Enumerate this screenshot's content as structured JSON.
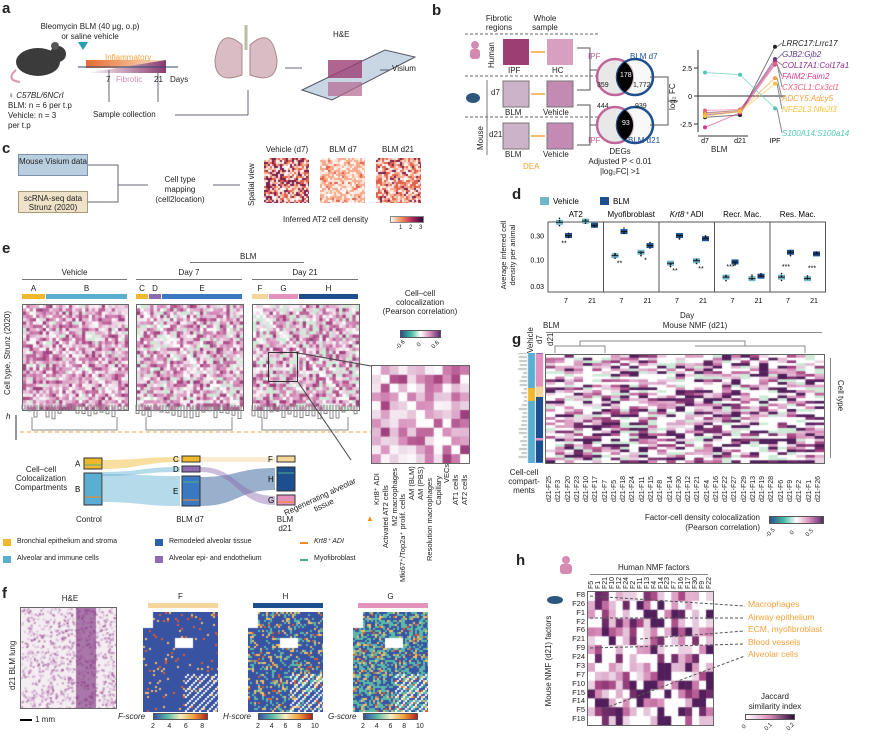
{
  "panel_labels": {
    "a": "a",
    "b": "b",
    "c": "c",
    "d": "d",
    "e": "e",
    "f": "f",
    "g": "g",
    "h": "h"
  },
  "a": {
    "treatment_line1": "Bleomycin BLM (40 μg, o.p)",
    "treatment_line2": "or saline vehicle",
    "inflammatory": "Inflammatory",
    "fibrotic": "Fibrotic",
    "day7": "7",
    "day21": "21",
    "days": "Days",
    "strain": "♀ C57BL/6NCrl",
    "blm_n": "BLM: n = 6 per t.p",
    "vehicle_n": "Vehicle: n = 3",
    "vehicle_n2": "per t.p",
    "sample_collection": "Sample collection",
    "he": "H&E",
    "visium": "Visium"
  },
  "b": {
    "col_fibrotic": "Fibrotic regions",
    "col_whole": "Whole sample",
    "row_human": "Human",
    "row_mouse": "Mouse",
    "row_d7": "d7",
    "row_d21": "d21",
    "ipf": "IPF",
    "hc": "HC",
    "blm": "BLM",
    "vehicle": "Vehicle",
    "dea": "DEA",
    "venn1": {
      "left": "IPF",
      "right": "BLM d7",
      "only_left": "359",
      "overlap": "178",
      "only_right": "1,772"
    },
    "venn2": {
      "left": "IPF",
      "right": "BLM d21",
      "only_left": "444",
      "overlap": "93",
      "only_right": "939"
    },
    "degs": "DEGs",
    "degs_p": "Adjusted P < 0.01",
    "degs_fc": "|log₂FC| >1"
  },
  "chart_data": [
    {
      "type": "line",
      "panel": "b",
      "ylabel": "log₂ FC",
      "x": [
        "d7",
        "d21",
        "IPF"
      ],
      "xgroup": "BLM",
      "yticks": [
        -2.5,
        0,
        2.5
      ],
      "ylim": [
        -3.2,
        4.8
      ],
      "series": [
        {
          "name": "LRRC17:Lrrc17",
          "color": "#222222",
          "values": [
            -1.9,
            -1.7,
            4.4
          ]
        },
        {
          "name": "GJB2:Gjb2",
          "color": "#5b3a8c",
          "values": [
            -1.5,
            -1.3,
            3.3
          ]
        },
        {
          "name": "COL17A1:Col17a1",
          "color": "#8b2a8b",
          "values": [
            -1.7,
            -1.4,
            3.1
          ]
        },
        {
          "name": "FAIM2:Faim2",
          "color": "#d63a8e",
          "values": [
            -2.8,
            -1.5,
            2.8
          ]
        },
        {
          "name": "CX3CL1:Cx3cl1",
          "color": "#f0607a",
          "values": [
            -1.3,
            -1.2,
            2.9
          ]
        },
        {
          "name": "ADCY5:Adcy5",
          "color": "#f7a03c",
          "values": [
            -1.6,
            -1.3,
            1.6
          ]
        },
        {
          "name": "NFE2L3:Nfe2l3",
          "color": "#f5c242",
          "values": [
            -1.8,
            -1.4,
            1.1
          ]
        },
        {
          "name": "S100A14:S100a14",
          "color": "#4ec9b8",
          "values": [
            2.1,
            1.9,
            -1.1
          ]
        }
      ]
    },
    {
      "type": "box",
      "panel": "d",
      "ylabel": "Average inferred cell density per animal",
      "xlabel": "Day",
      "yscale": "log",
      "ylim": [
        0.025,
        0.7
      ],
      "yticks": [
        "0.03",
        "0.10",
        "0.30"
      ],
      "yticks_values": [
        0.03,
        0.1,
        0.3
      ],
      "legend": [
        {
          "name": "Vehicle",
          "color": "#6fb7c9"
        },
        {
          "name": "BLM",
          "color": "#1d4f8f"
        }
      ],
      "days": [
        "7",
        "21"
      ],
      "facets": [
        {
          "title": "AT2",
          "italic": "",
          "medians": {
            "vehicle": [
              0.55,
              0.58
            ],
            "blm": [
              0.3,
              0.48
            ]
          },
          "sig": [
            "**",
            ""
          ]
        },
        {
          "title": "Myofibroblast",
          "italic": "",
          "medians": {
            "vehicle": [
              0.12,
              0.14
            ],
            "blm": [
              0.36,
              0.19
            ]
          },
          "sig": [
            "**",
            "*"
          ]
        },
        {
          "title": " ADI",
          "italic": "Krt8⁺",
          "medians": {
            "vehicle": [
              0.085,
              0.095
            ],
            "blm": [
              0.3,
              0.26
            ]
          },
          "sig": [
            "**",
            "**"
          ]
        },
        {
          "title": "Recr. Mac.",
          "italic": "",
          "medians": {
            "vehicle": [
              0.045,
              0.042
            ],
            "blm": [
              0.09,
              0.047
            ]
          },
          "sig": [
            "***",
            ""
          ]
        },
        {
          "title": "Res. Mac.",
          "italic": "",
          "medians": {
            "vehicle": [
              0.045,
              0.042
            ],
            "blm": [
              0.14,
              0.13
            ]
          },
          "sig": [
            "***",
            "***"
          ]
        }
      ]
    }
  ],
  "c": {
    "visium": "Mouse Visium data",
    "scrna": "scRNA-seq data Strunz (2020)",
    "mapping1": "Cell type",
    "mapping2": "mapping",
    "mapping3": "(cell2location)",
    "spatial_view": "Spatial view",
    "maps": [
      "Vehicle (d7)",
      "BLM d7",
      "BLM d21"
    ],
    "density_label": "Inferred AT2 cell density",
    "ticks": [
      "1",
      "2",
      "3"
    ]
  },
  "e": {
    "blm": "BLM",
    "vehicle": "Vehicle",
    "day7": "Day 7",
    "day21": "Day 21",
    "ylabel": "Cell type, Strunz (2020)",
    "h": "h",
    "clusters": [
      {
        "id": "A",
        "color": "#f0b92d"
      },
      {
        "id": "B",
        "color": "#5aaed1"
      },
      {
        "id": "C",
        "color": "#f0b92d"
      },
      {
        "id": "D",
        "color": "#8c6bb1"
      },
      {
        "id": "E",
        "color": "#3a78c2"
      },
      {
        "id": "F",
        "color": "#f6d59a"
      },
      {
        "id": "G",
        "color": "#e391bd"
      },
      {
        "id": "H",
        "color": "#1d4f8f"
      }
    ],
    "colorbar_title": "Cell–cell colocalization (Pearson correlation)",
    "colorbar_ticks": [
      "-0.6",
      "0",
      "0.6"
    ],
    "compartments_label": "Cell–cell Colocalization Compartments",
    "control": "Control",
    "blm_d7": "BLM d7",
    "blm_d21": "BLM d21",
    "regenerating": "Regenerating alveolar tissue",
    "zoom_cells": [
      "Krt8⁺ ADI",
      "Activated AT2 cells",
      "M2 macrophages",
      "Mki67⁺/Top2a⁺ prolif. cells",
      "AM (BLM)",
      "AM (PBS)",
      "Resolution macrophages",
      "Capillary",
      "VECs",
      "AT1 cells",
      "AT2 cells"
    ],
    "legend": [
      {
        "label": "Bronchial epithelium and stroma",
        "color": "#f0b92d"
      },
      {
        "label": "Alveolar and immune cells",
        "color": "#5aaed1"
      },
      {
        "label": "Remodeled alveolar tissue",
        "color": "#2a64a8"
      },
      {
        "label": "Alveolar epi- and endothelium",
        "color": "#8c6bb1"
      },
      {
        "label": "Krt8⁺ ADI",
        "color": "#f58a1f"
      },
      {
        "label": "Myofibroblast",
        "color": "#4daf8a"
      }
    ]
  },
  "f": {
    "he": "H&E",
    "sample": "d21 BLM lung",
    "scale": "1 mm",
    "maps": [
      {
        "title": "F",
        "score": "F-score",
        "color": "#f6d59a",
        "ticks": [
          "2",
          "4",
          "6",
          "8"
        ]
      },
      {
        "title": "H",
        "score": "H-score",
        "color": "#1d4f8f",
        "ticks": [
          "2",
          "4",
          "6",
          "8",
          "10"
        ]
      },
      {
        "title": "G",
        "score": "G-score",
        "color": "#e391bd",
        "ticks": [
          "2",
          "4",
          "6",
          "8",
          "10"
        ]
      }
    ]
  },
  "g": {
    "title": "Mouse NMF (d21)",
    "vehicle": "Vehicle",
    "blm": "BLM",
    "d7": "d7",
    "d21": "d21",
    "cell_type": "Cell type",
    "compartments": "Cell-cell compart- ments",
    "factors": [
      "d21-F25",
      "d21-F3",
      "d21-F20",
      "d21-F23",
      "d21-F10",
      "d21-F17",
      "d21-F7",
      "d21-F5",
      "d21-F18",
      "d21-F24",
      "d21-F11",
      "d21-F15",
      "d21-F8",
      "d21-F14",
      "d21-F30",
      "d21-F12",
      "d21-F21",
      "d21-F4",
      "d21-F16",
      "d21-F22",
      "d21-F27",
      "d21-F29",
      "d21-F13",
      "d21-F19",
      "d21-F28",
      "d21-F6",
      "d21-F9",
      "d21-F2",
      "d21-F1",
      "d21-F26"
    ],
    "colorbar_title1": "Factor-cell density colocalization",
    "colorbar_title2": "(Pearson correlation)",
    "colorbar_ticks": [
      "-0.5",
      "0",
      "0.5"
    ]
  },
  "h": {
    "human_title": "Human NMF factors",
    "mouse_title": "Mouse NMF (d21) factors",
    "human_factors": [
      "F5",
      "F1",
      "F21",
      "F10",
      "F12",
      "F24",
      "F2",
      "F11",
      "F13",
      "F4",
      "F14",
      "F23",
      "F7",
      "F16",
      "F17",
      "F30",
      "F9",
      "F22"
    ],
    "mouse_factors": [
      "F8",
      "F26",
      "F1",
      "F2",
      "F6",
      "F21",
      "F9",
      "F24",
      "F3",
      "F7",
      "F10",
      "F15",
      "F14",
      "F5",
      "F18"
    ],
    "annotations": [
      "Macrophages",
      "Airway epithelium",
      "ECM, myofibroblast",
      "Blood vessels",
      "Alveolar cells"
    ],
    "colorbar_title1": "Jaccard",
    "colorbar_title2": "similarity index",
    "colorbar_ticks": [
      "0",
      "0.1",
      "0.2"
    ]
  }
}
